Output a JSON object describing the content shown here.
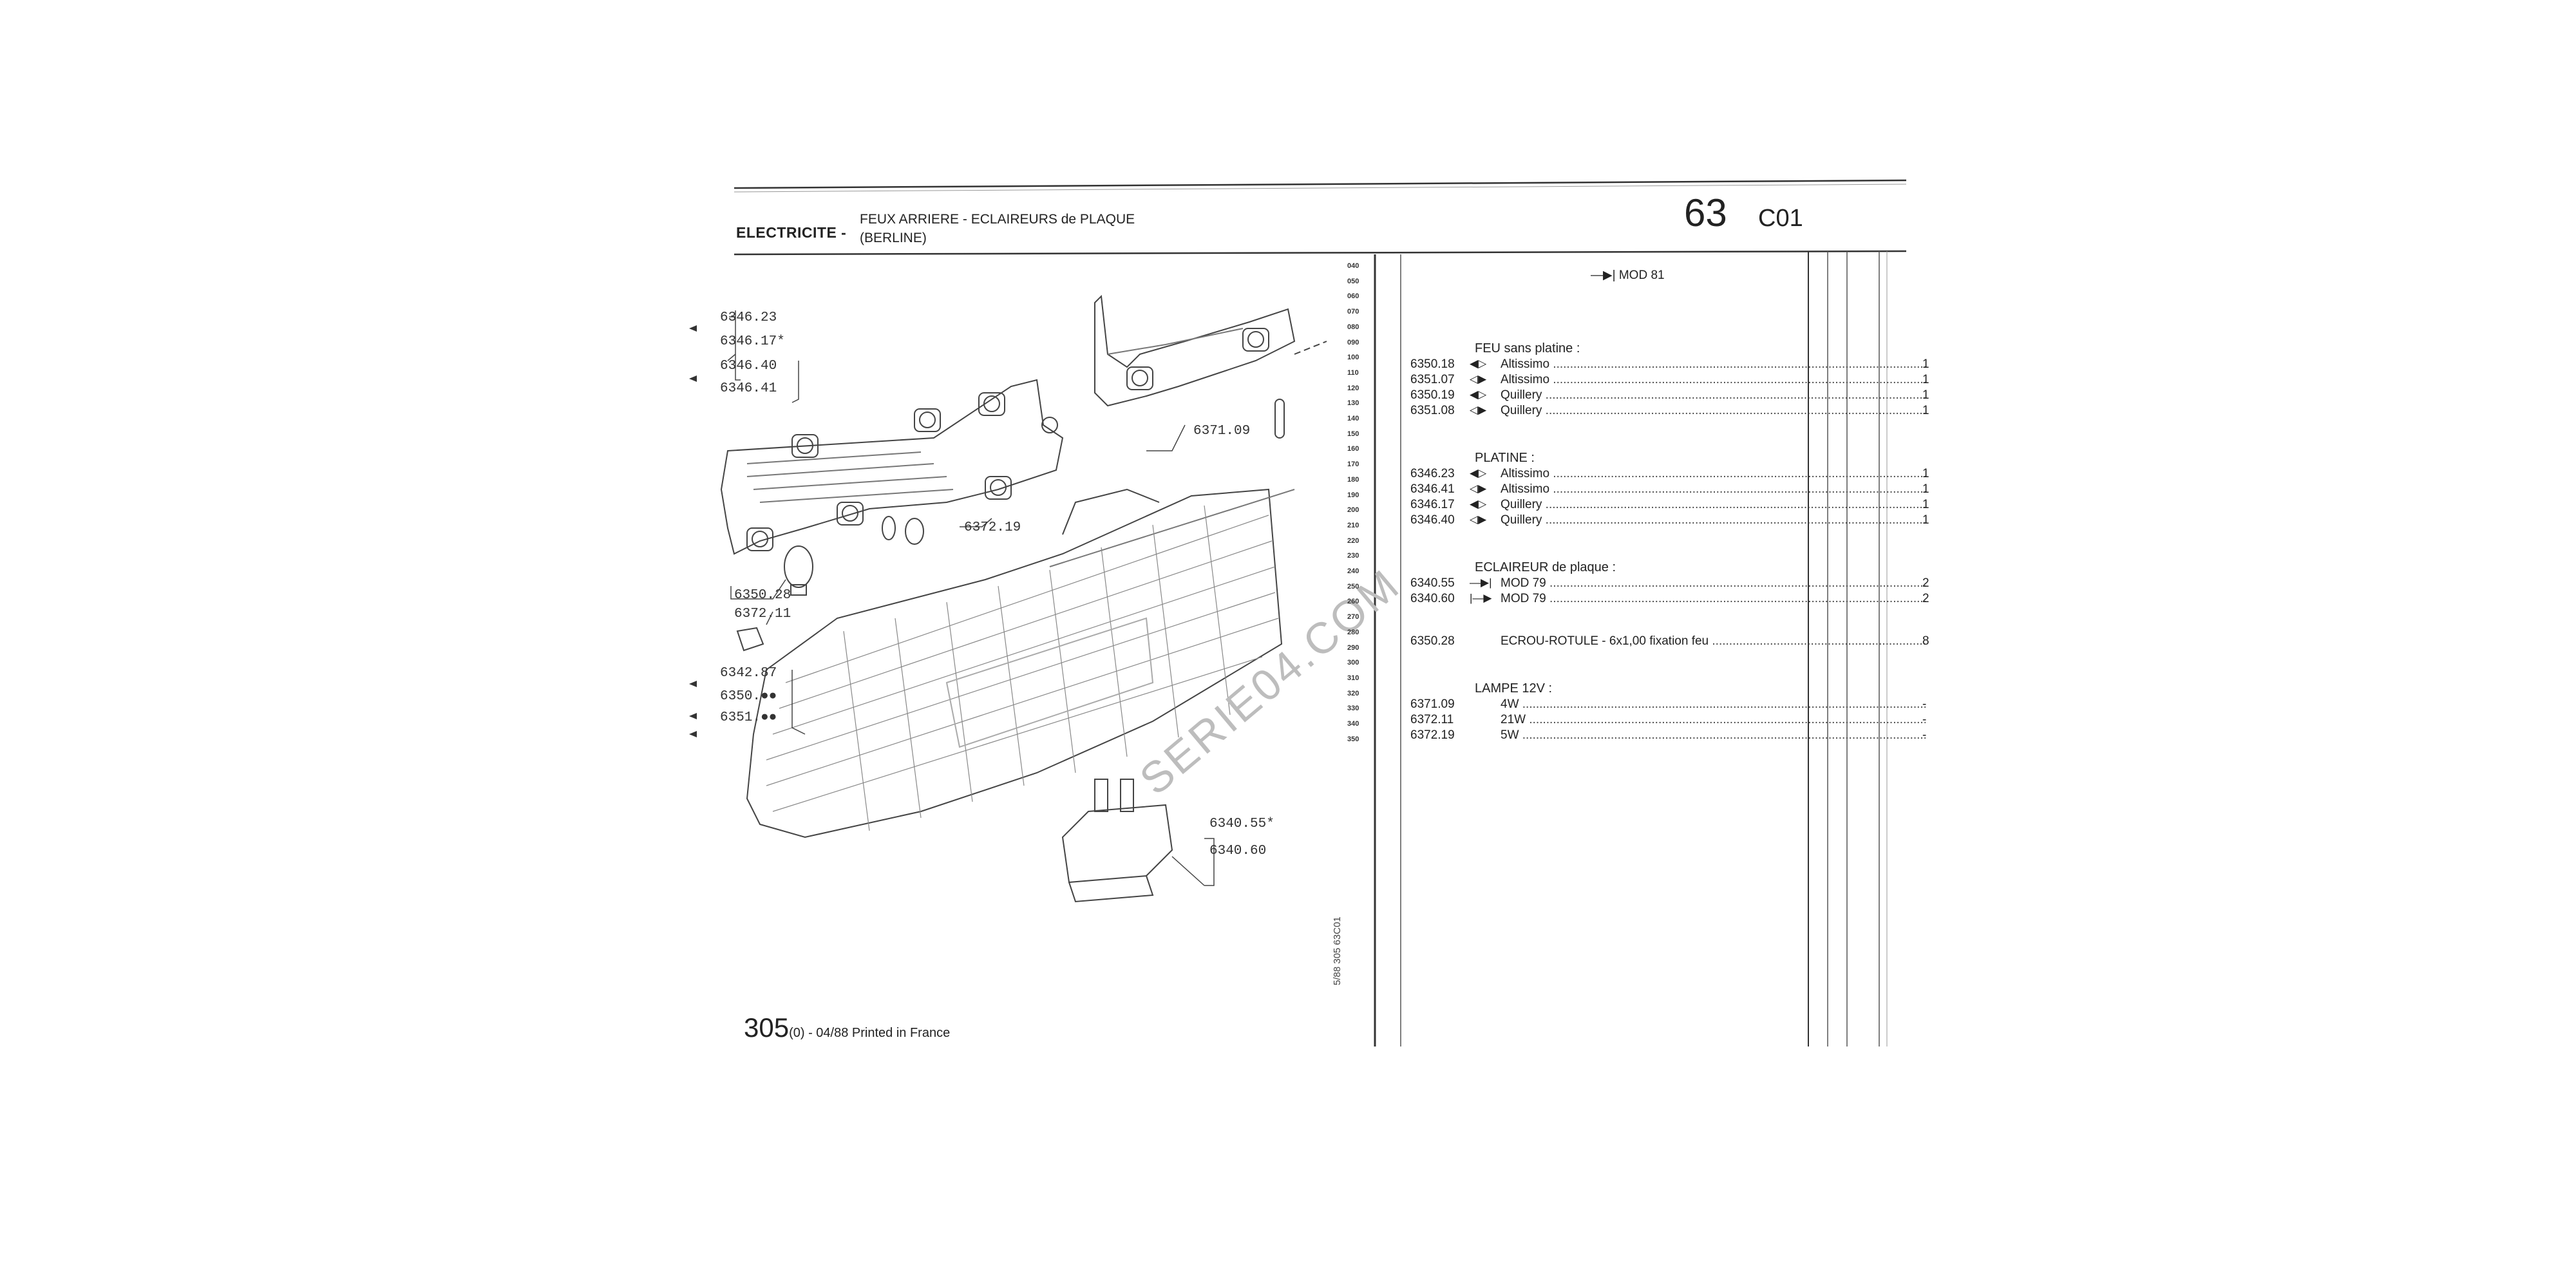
{
  "header": {
    "section": "ELECTRICITE -",
    "title_line1": "FEUX ARRIERE - ECLAIREURS de PLAQUE",
    "title_line2": "(BERLINE)",
    "group_number": "63",
    "sub_group": "C01"
  },
  "diagram": {
    "labels": {
      "l1": "6346.23",
      "l2": "6346.17*",
      "l3": "6346.40",
      "l4": "6346.41",
      "l5": "6371.09",
      "l6": "6372.19",
      "l7": "6350.28",
      "l8": "6372.11",
      "l9": "6342.87",
      "l10": "6350.●●",
      "l11": "6351.●●",
      "l12": "6340.55*",
      "l13": "6340.60"
    },
    "watermark": "SERIE04.COM"
  },
  "index_column": [
    "040",
    "050",
    "060",
    "070",
    "080",
    "090",
    "100",
    "110",
    "120",
    "130",
    "140",
    "150",
    "160",
    "170",
    "180",
    "190",
    "200",
    "210",
    "220",
    "230",
    "240",
    "250",
    "260",
    "270",
    "280",
    "290",
    "300",
    "310",
    "320",
    "330",
    "340",
    "350"
  ],
  "side_code": "5/88 305 63C01",
  "table": {
    "note": "MOD 81",
    "groups": [
      {
        "title": "FEU sans platine :",
        "rows": [
          {
            "ref": "6350.18",
            "sym": "◀▷",
            "desc": "Altissimo",
            "qty": "1"
          },
          {
            "ref": "6351.07",
            "sym": "◁▶",
            "desc": "Altissimo",
            "qty": "1"
          },
          {
            "ref": "6350.19",
            "sym": "◀▷",
            "desc": "Quillery",
            "qty": "1"
          },
          {
            "ref": "6351.08",
            "sym": "◁▶",
            "desc": "Quillery",
            "qty": "1"
          }
        ]
      },
      {
        "title": "PLATINE :",
        "rows": [
          {
            "ref": "6346.23",
            "sym": "◀▷",
            "desc": "Altissimo",
            "qty": "1"
          },
          {
            "ref": "6346.41",
            "sym": "◁▶",
            "desc": "Altissimo",
            "qty": "1"
          },
          {
            "ref": "6346.17",
            "sym": "◀▷",
            "desc": "Quillery",
            "qty": "1"
          },
          {
            "ref": "6346.40",
            "sym": "◁▶",
            "desc": "Quillery",
            "qty": "1"
          }
        ]
      },
      {
        "title": "ECLAIREUR de plaque :",
        "rows": [
          {
            "ref": "6340.55",
            "sym": "—▶|",
            "desc": "MOD 79",
            "qty": "2"
          },
          {
            "ref": "6340.60",
            "sym": "|—▶",
            "desc": "MOD 79",
            "qty": "2"
          }
        ]
      },
      {
        "title": "",
        "rows": [
          {
            "ref": "6350.28",
            "sym": "",
            "desc": "ECROU-ROTULE - 6x1,00 fixation feu",
            "qty": "8"
          }
        ]
      },
      {
        "title": "LAMPE 12V :",
        "rows": [
          {
            "ref": "6371.09",
            "sym": "",
            "desc": "4W",
            "qty": "-"
          },
          {
            "ref": "6372.11",
            "sym": "",
            "desc": "21W",
            "qty": "-"
          },
          {
            "ref": "6372.19",
            "sym": "",
            "desc": "5W",
            "qty": "-"
          }
        ]
      }
    ]
  },
  "footer": {
    "model": "305",
    "info": "(0) - 04/88 Printed in France"
  }
}
